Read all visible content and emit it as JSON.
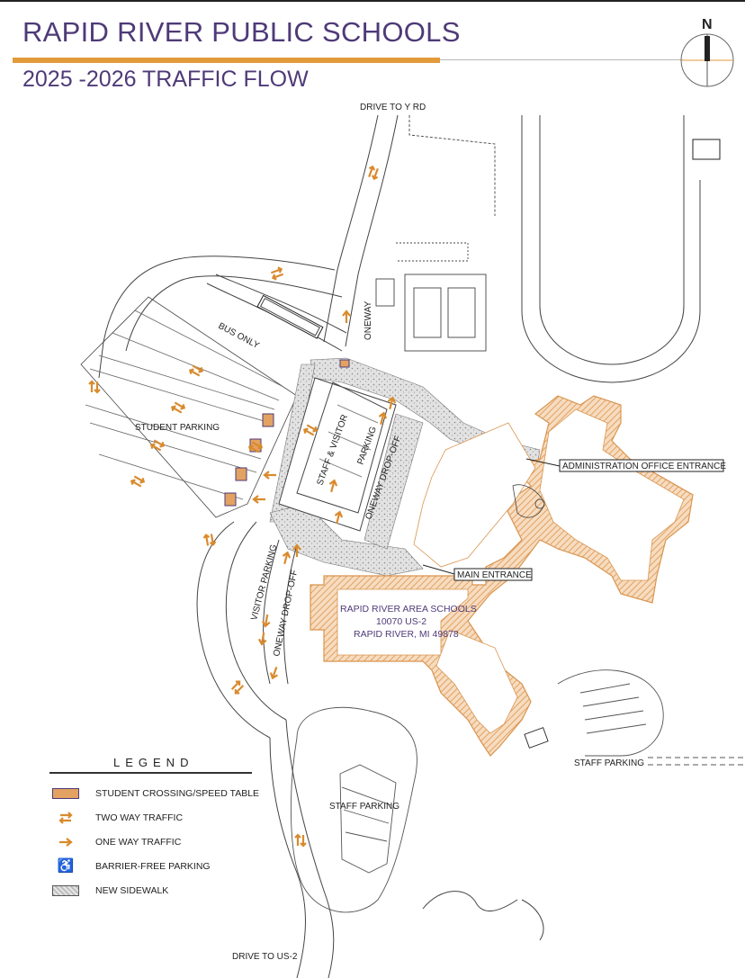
{
  "header": {
    "title": "RAPID RIVER PUBLIC SCHOOLS",
    "subtitle": "2025 -2026 TRAFFIC FLOW",
    "compass_label": "N"
  },
  "map": {
    "labels": {
      "drive_to_y_rd": "DRIVE TO Y RD",
      "bus_only": "BUS ONLY",
      "student_parking": "STUDENT PARKING",
      "staff_visitor_parking": "STAFF & VISITOR",
      "parking": "PARKING",
      "oneway_dropoff_main": "ONEWAY  DROP-OFF",
      "oneway_north": "ONEWAY",
      "visitor_parking": "VISITOR  PARKING",
      "oneway_dropoff_visitor": "ONEWAY  DROP-OFF",
      "admin_entrance": "ADMINISTRATION OFFICE ENTRANCE",
      "main_entrance": "MAIN ENTRANCE",
      "school_name": "RAPID RIVER AREA SCHOOLS",
      "school_street": "10070 US-2",
      "school_city": "RAPID RIVER, MI 49878",
      "staff_parking_east": "STAFF PARKING",
      "staff_parking_south": "STAFF PARKING",
      "drive_to_us2": "DRIVE TO US-2"
    },
    "colors": {
      "building_outline": "#e3a262",
      "arrow": "#d98a2c",
      "purple_text": "#4e3a78",
      "sidewalk": "#d9d9d9"
    }
  },
  "legend": {
    "title": "LEGEND",
    "items": [
      {
        "icon": "crossing-swatch",
        "label": "STUDENT CROSSING/SPEED TABLE"
      },
      {
        "icon": "two-way-arrow-icon",
        "label": "TWO WAY TRAFFIC"
      },
      {
        "icon": "one-way-arrow-icon",
        "label": "ONE WAY TRAFFIC"
      },
      {
        "icon": "wheelchair-icon",
        "label": "BARRIER-FREE PARKING"
      },
      {
        "icon": "sidewalk-swatch",
        "label": "NEW SIDEWALK"
      }
    ]
  }
}
